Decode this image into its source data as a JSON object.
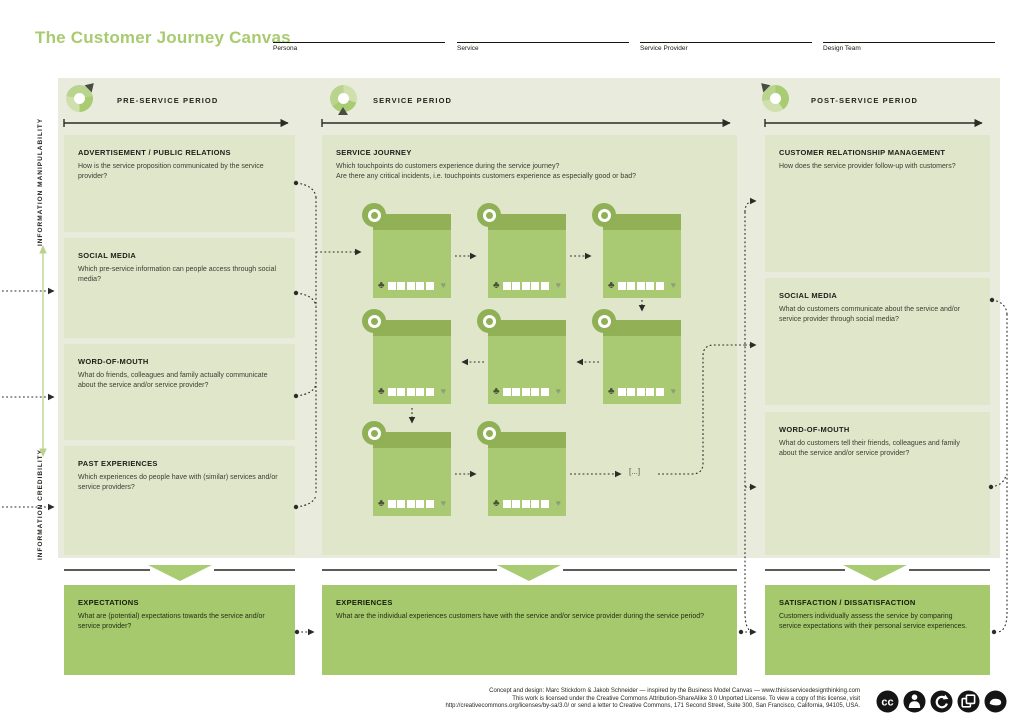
{
  "title": "The Customer Journey Canvas",
  "header_fields": [
    {
      "label": "Persona"
    },
    {
      "label": "Service"
    },
    {
      "label": "Service Provider"
    },
    {
      "label": "Design Team"
    }
  ],
  "periods": [
    {
      "label": "PRE-SERVICE PERIOD",
      "icon": "pie-chart-icon"
    },
    {
      "label": "SERVICE PERIOD",
      "icon": "pie-chart-icon"
    },
    {
      "label": "POST-SERVICE PERIOD",
      "icon": "pie-chart-icon"
    }
  ],
  "side_labels": {
    "top": "INFORMATION MANIPULABILITY",
    "bottom": "INFORMATION CREDIBILITY"
  },
  "left_boxes": [
    {
      "title": "ADVERTISEMENT / PUBLIC RELATIONS",
      "text": "How is the service proposition communicated by the service provider?"
    },
    {
      "title": "SOCIAL MEDIA",
      "text": "Which pre-service information can people access through social media?"
    },
    {
      "title": "WORD-OF-MOUTH",
      "text": "What do friends, colleagues and family actually communicate about the service and/or service provider?"
    },
    {
      "title": "PAST EXPERIENCES",
      "text": "Which experiences do people have with (similar) services and/or service providers?"
    }
  ],
  "middle_box": {
    "title": "SERVICE JOURNEY",
    "question1": "Which touchpoints do customers experience during the service journey?",
    "question2": "Are there any critical incidents, i.e. touchpoints customers experience as especially good or bad?",
    "ellipsis_label": "[...]"
  },
  "right_boxes": [
    {
      "title": "CUSTOMER RELATIONSHIP MANAGEMENT",
      "text": "How does the service provider follow-up with customers?"
    },
    {
      "title": "SOCIAL MEDIA",
      "text": "What do customers communicate about the service and/or service provider through social media?"
    },
    {
      "title": "WORD-OF-MOUTH",
      "text": "What do customers tell their friends, colleagues and family about the service and/or service provider?"
    }
  ],
  "bottom_boxes": [
    {
      "title": "EXPECTATIONS",
      "text": "What are (potential) expectations towards the service and/or service provider?"
    },
    {
      "title": "EXPERIENCES",
      "text": "What are the individual experiences customers have with the service and/or service provider during the service period?"
    },
    {
      "title": "SATISFACTION / DISSATISFACTION",
      "text": "Customers individually assess the service by comparing service expectations with their personal service experiences."
    }
  ],
  "footer": {
    "credits": [
      "Concept and design: Marc Stickdorn & Jakob Schneider — inspired by the Business Model Canvas — www.thisisservicedesignthinking.com",
      "This work is licensed under the Creative Commons Attribution-ShareAlike 3.0 Unported License. To view a copy of this license, visit",
      "http://creativecommons.org/licenses/by-sa/3.0/ or send a letter to Creative Commons, 171 Second Street, Suite 300, San Francisco, California, 94105, USA."
    ],
    "license_icons": [
      "cc-icon",
      "attribution-icon",
      "share-alike-icon",
      "copies-icon",
      "hand-icon"
    ]
  },
  "colors": {
    "accent_green": "#a8cb70",
    "canvas_field": "#e9ecdc",
    "box_light": "#dfe6c9",
    "box_strong": "#a6c96d",
    "card_body": "#a9ca73",
    "card_header": "#92b157",
    "line_dark": "#2b2b28"
  }
}
